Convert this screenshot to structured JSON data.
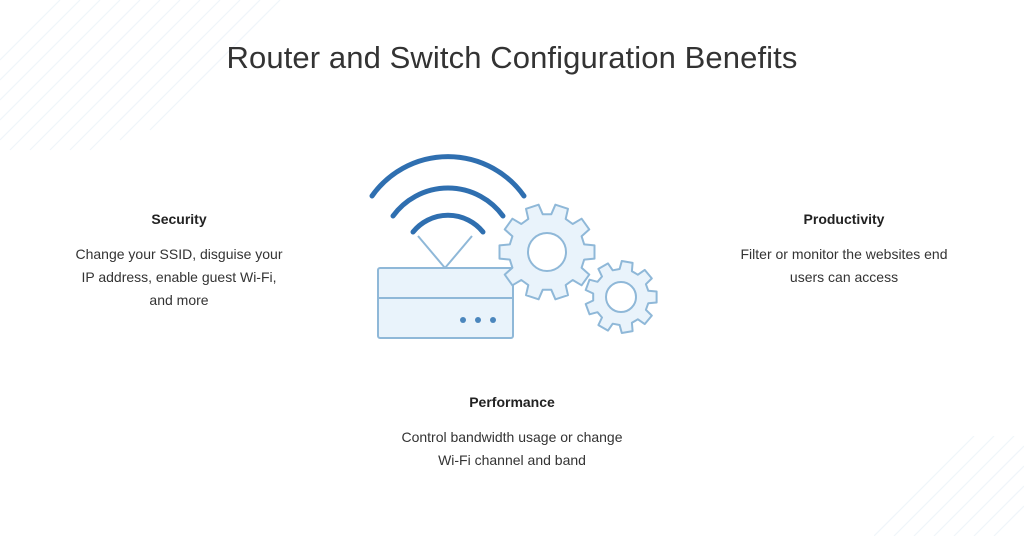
{
  "title": "Router and Switch Configuration Benefits",
  "features": [
    {
      "name": "Security",
      "lines": [
        "Change your SSID, disguise your",
        "IP address, enable guest Wi-Fi,",
        "and more"
      ]
    },
    {
      "name": "Productivity",
      "lines": [
        "Filter or monitor the websites end",
        "users can access"
      ]
    },
    {
      "name": "Performance",
      "lines": [
        "Control bandwidth usage or change",
        "Wi-Fi channel and band"
      ]
    }
  ],
  "illustration": {
    "icons": [
      "wifi-signal-icon",
      "router-icon",
      "gear-icon",
      "gear-icon"
    ],
    "colors": {
      "wave": "#2f6fb0",
      "outline": "#8fb8d8",
      "fill": "#e9f3fb",
      "dots": "#4b86bd"
    }
  }
}
